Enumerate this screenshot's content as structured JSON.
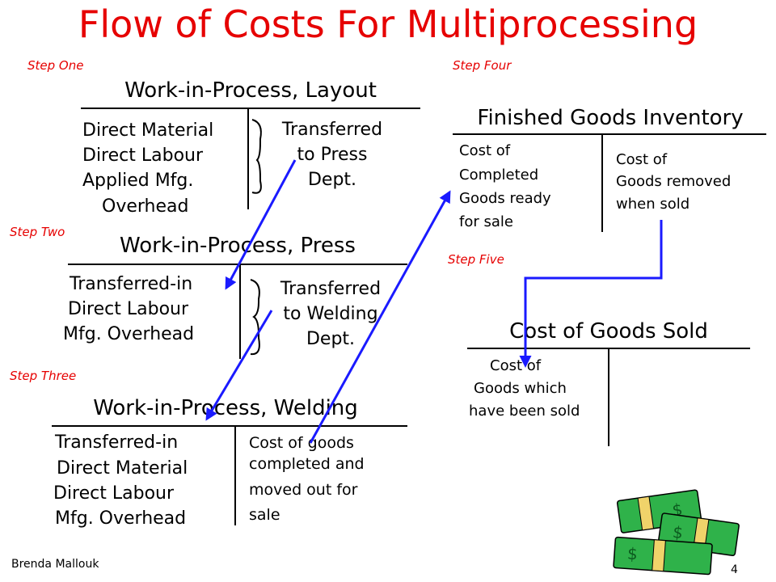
{
  "title": "Flow of Costs For Multiprocessing",
  "steps": {
    "one": "Step One",
    "two": "Step Two",
    "three": "Step Three",
    "four": "Step Four",
    "five": "Step Five"
  },
  "accounts": {
    "layout": {
      "title": "Work-in-Process, Layout",
      "debits": [
        "Direct Material",
        "Direct Labour",
        "Applied Mfg.",
        "Overhead"
      ],
      "credits": [
        "Transferred",
        "to Press",
        "Dept."
      ]
    },
    "press": {
      "title": "Work-in-Process, Press",
      "debits": [
        "Transferred-in",
        "Direct Labour",
        "Mfg. Overhead"
      ],
      "credits": [
        "Transferred",
        "to Welding",
        "Dept."
      ]
    },
    "welding": {
      "title": "Work-in-Process, Welding",
      "debits": [
        "Transferred-in",
        "Direct Material",
        "Direct Labour",
        "Mfg. Overhead"
      ],
      "credits": [
        "Cost of goods",
        "completed and",
        "moved out for",
        "sale"
      ]
    },
    "finished": {
      "title": "Finished Goods Inventory",
      "debits": [
        "Cost of",
        "Completed",
        "Goods ready",
        "for sale"
      ],
      "credits": [
        "Cost of",
        "Goods removed",
        "when sold"
      ]
    },
    "cogs": {
      "title": "Cost of Goods Sold",
      "debits": [
        "Cost of",
        "Goods which",
        "have been sold"
      ]
    }
  },
  "footer": {
    "author": "Brenda Mallouk",
    "page": "4"
  },
  "colors": {
    "title": "#e60000",
    "arrow": "#1a1aff",
    "money": "#1f9a3a"
  }
}
